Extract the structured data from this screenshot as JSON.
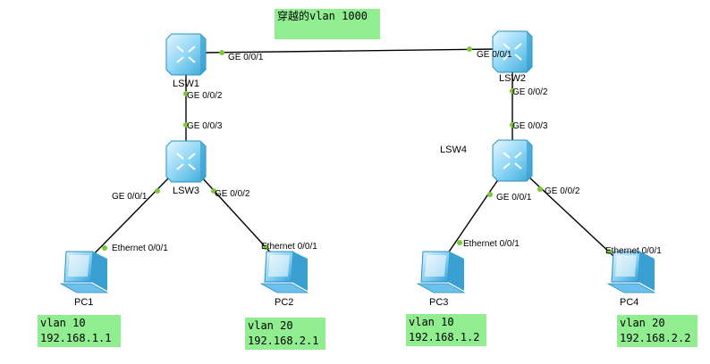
{
  "title_note": "穿越的vlan 1000",
  "switches": [
    {
      "id": "lsw1",
      "name": "LSW1"
    },
    {
      "id": "lsw2",
      "name": "LSW2"
    },
    {
      "id": "lsw3",
      "name": "LSW3"
    },
    {
      "id": "lsw4",
      "name": "LSW4"
    }
  ],
  "pcs": [
    {
      "id": "pc1",
      "name": "PC1",
      "vlan": "vlan 10",
      "ip": "192.168.1.1"
    },
    {
      "id": "pc2",
      "name": "PC2",
      "vlan": "vlan 20",
      "ip": "192.168.2.1"
    },
    {
      "id": "pc3",
      "name": "PC3",
      "vlan": "vlan 10",
      "ip": "192.168.1.2"
    },
    {
      "id": "pc4",
      "name": "PC4",
      "vlan": "vlan 20",
      "ip": "192.168.2.2"
    }
  ],
  "links": [
    {
      "from": "LSW1",
      "from_port": "GE 0/0/1",
      "to": "LSW2",
      "to_port": "GE 0/0/1"
    },
    {
      "from": "LSW1",
      "from_port": "GE 0/0/2",
      "to": "LSW3",
      "to_port": "GE 0/0/3"
    },
    {
      "from": "LSW2",
      "from_port": "GE 0/0/2",
      "to": "LSW4",
      "to_port": "GE 0/0/3"
    },
    {
      "from": "LSW3",
      "from_port": "GE 0/0/1",
      "to": "PC1",
      "to_port": "Ethernet 0/0/1"
    },
    {
      "from": "LSW3",
      "from_port": "GE 0/0/2",
      "to": "PC2",
      "to_port": "Ethernet 0/0/1"
    },
    {
      "from": "LSW4",
      "from_port": "GE 0/0/1",
      "to": "PC3",
      "to_port": "Ethernet 0/0/1"
    },
    {
      "from": "LSW4",
      "from_port": "GE 0/0/2",
      "to": "PC4",
      "to_port": "Ethernet 0/0/1"
    }
  ],
  "colors": {
    "note_bg": "#90ee90",
    "link": "#000000",
    "port_dot": "#7ec63c",
    "switch": "#5bc0e8",
    "pc": "#5bb8e6"
  }
}
